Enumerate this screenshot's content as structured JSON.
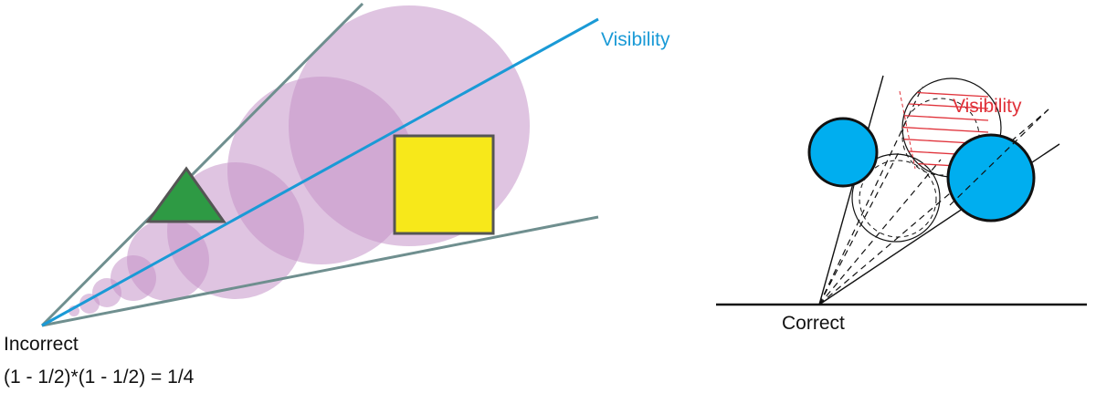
{
  "left_panel": {
    "ray_label": "Visibility",
    "caption": "Incorrect",
    "formula": "(1 - 1/2)*(1 - 1/2) = 1/4",
    "colors": {
      "cone_edge": "#6f8f8f",
      "ray": "#1a9ad6",
      "sphere_fill": "#c493c9",
      "triangle": "#2e9a44",
      "square": "#f7e81a",
      "outline": "#555555"
    }
  },
  "right_panel": {
    "visibility_label": "Visibility",
    "caption": "Correct",
    "colors": {
      "occluder": "#00aeef",
      "hatch": "#e0323a",
      "line": "#111111"
    }
  }
}
